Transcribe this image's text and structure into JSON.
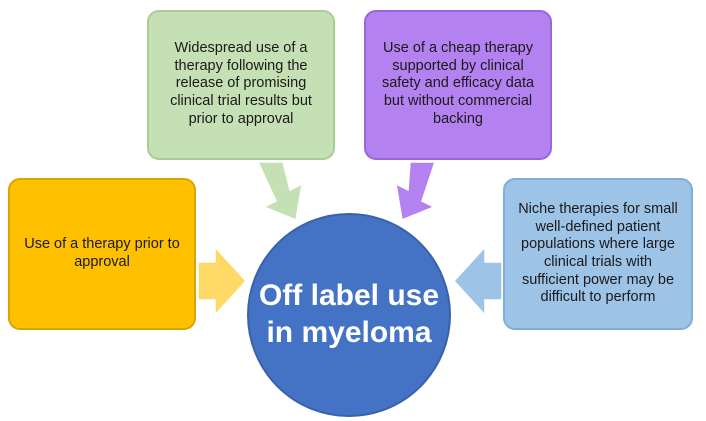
{
  "center": {
    "label": "Off label use in myeloma",
    "color": "#4472c4"
  },
  "boxes": {
    "left": {
      "text": "Use of a therapy prior to approval",
      "color": "#ffc000"
    },
    "top_left": {
      "text": "Widespread use of a therapy following the release of promising clinical trial results but prior to approval",
      "color": "#c5e0b4"
    },
    "top_right": {
      "text": "Use of a cheap therapy supported by clinical safety and efficacy data but without commercial backing",
      "color": "#b381f0"
    },
    "right": {
      "text": "Niche therapies for small well-defined patient populations where large clinical trials with sufficient power may be difficult to perform",
      "color": "#9dc3e6"
    }
  },
  "icons": [
    "arrow-right-icon",
    "arrow-down-right-icon",
    "arrow-down-left-icon",
    "arrow-left-icon"
  ]
}
